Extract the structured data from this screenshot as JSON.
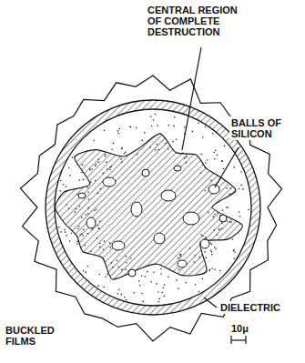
{
  "diagram": {
    "labels": [
      "CENTRAL REGION OF COMPLETE DESTRUCTION",
      "BALLS OF SILICON",
      "DIELECTRIC",
      "BUCKLED FILMS",
      "10μ"
    ]
  }
}
